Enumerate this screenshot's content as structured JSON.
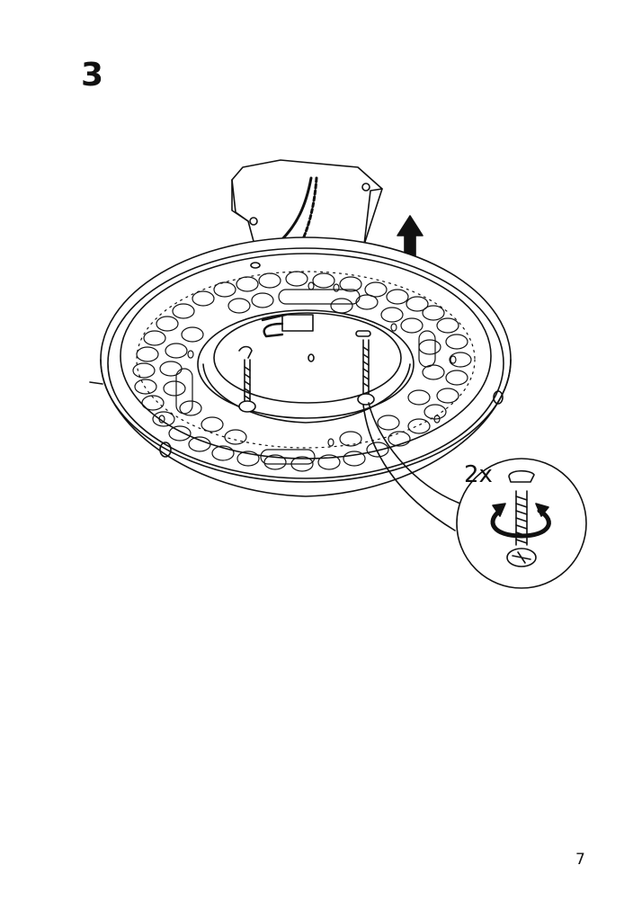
{
  "step": {
    "number": "3"
  },
  "detail": {
    "quantity_label": "2x"
  },
  "page": {
    "number": "7"
  },
  "icons": {
    "up_arrow": "up-arrow-icon",
    "rotate_arrow": "rotate-clockwise-icon"
  },
  "colors": {
    "line": "#111111",
    "background": "#ffffff"
  }
}
